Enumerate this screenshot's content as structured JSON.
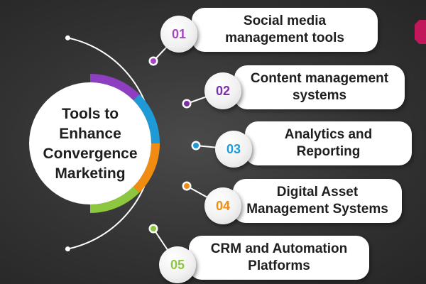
{
  "center": {
    "title": "Tools to\nEnhance\nConvergence\nMarketing"
  },
  "items": [
    {
      "number": "01",
      "label": "Social media\nmanagement tools",
      "color": "#a347c4"
    },
    {
      "number": "02",
      "label": "Content management\nsystems",
      "color": "#7b2fa8"
    },
    {
      "number": "03",
      "label": "Analytics and\nReporting",
      "color": "#1e9ad6"
    },
    {
      "number": "04",
      "label": "Digital Asset\nManagement Systems",
      "color": "#f08c12"
    },
    {
      "number": "05",
      "label": "CRM and Automation\nPlatforms",
      "color": "#8dc63f"
    }
  ],
  "ring_colors": [
    "#8e3fc1",
    "#1e9ad6",
    "#f08c12",
    "#8dc63f"
  ],
  "icons": {
    "corner_badge": "brand-badge-icon"
  },
  "colors": {
    "connector": "#ffffff",
    "text": "#1e1e1e"
  }
}
